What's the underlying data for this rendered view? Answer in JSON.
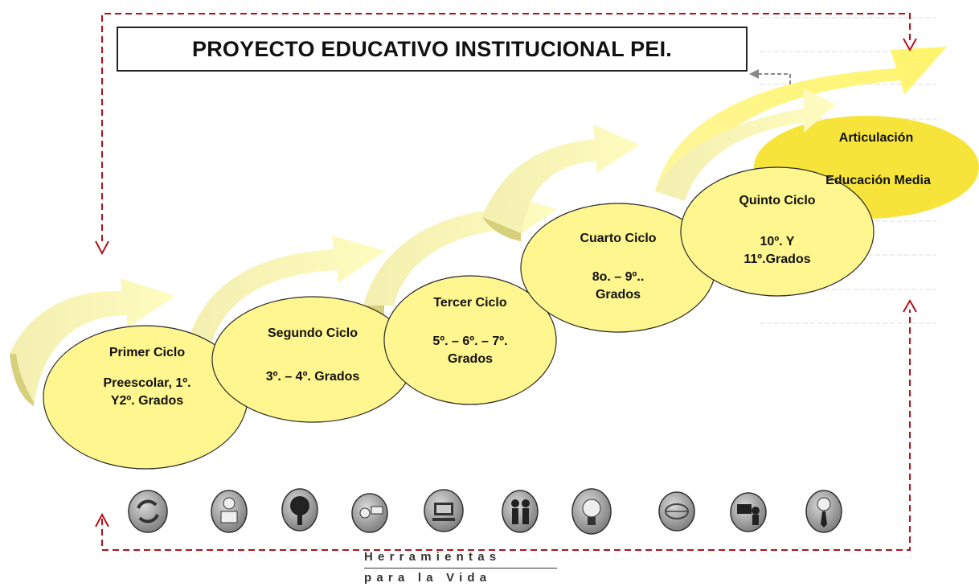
{
  "title": "PROYECTO EDUCATIVO INSTITUCIONAL PEI.",
  "cycles": [
    {
      "name": "Primer Ciclo",
      "detail_lines": [
        "Preescolar, 1º.",
        "Y2º. Grados"
      ]
    },
    {
      "name": "Segundo Ciclo",
      "detail_lines": [
        "3º. – 4º. Grados"
      ]
    },
    {
      "name": "Tercer Ciclo",
      "detail_lines": [
        "5º. – 6º. – 7º.",
        "Grados"
      ]
    },
    {
      "name": "Cuarto Ciclo",
      "detail_lines": [
        "8o. – 9º..",
        "Grados"
      ]
    },
    {
      "name": "Quinto Ciclo",
      "detail_lines": [
        "10º. Y",
        "11º.Grados"
      ]
    }
  ],
  "articulation": {
    "line1": "Articulación",
    "line2": "Educación Media"
  },
  "icons": [
    "cycle-arrows-icon",
    "reading-child-icon",
    "tree-icon",
    "student-board-icon",
    "computer-icon",
    "people-icon",
    "lightbulb-icon",
    "globe-icon",
    "teacher-board-icon",
    "person-tie-icon"
  ],
  "footer": {
    "line1": "Herramientas",
    "line2": "para la Vida"
  },
  "colors": {
    "ellipse_fill": "#fff68f",
    "arrow_fill": "#fdfbb5",
    "arrow_shadow": "#d6cf7c",
    "articulation_fill": "#f7e43a",
    "dashed_frame": "#b3121b",
    "dashed_grey": "#888888",
    "icon_fill": "#9a9a9a"
  }
}
